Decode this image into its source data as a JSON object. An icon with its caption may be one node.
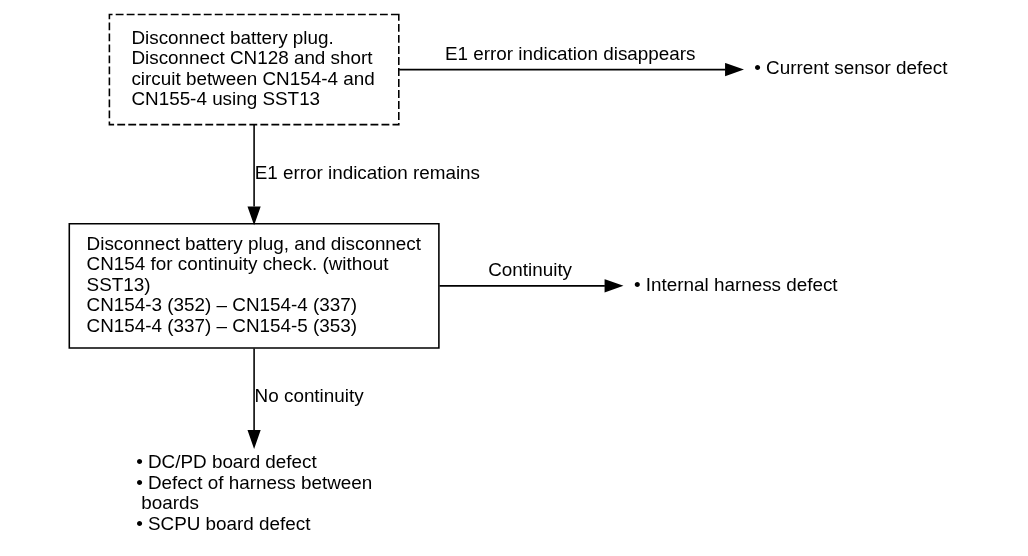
{
  "diagram": {
    "nodes": [
      {
        "text": [
          "Disconnect battery plug. Disconnect CN128 and short circuit between CN154-4 and CN155-4 using SST13"
        ]
      },
      {
        "text": [
          "• Current sensor defect"
        ]
      },
      {
        "text": [
          "Disconnect battery plug, and disconnect CN154 for continuity check. (without SST13)",
          "CN154-3 (352) – CN154-4 (337)",
          "CN154-4 (337) – CN154-5 (353)"
        ]
      },
      {
        "text": [
          "• Internal harness defect"
        ]
      },
      {
        "text": [
          "• DC/PD board defect",
          "• Defect of harness between boards",
          "• SCPU board defect"
        ]
      }
    ],
    "edges": [
      {
        "from": 0,
        "to": 1,
        "arrow": "to",
        "label": "E1 error indication disappears"
      },
      {
        "from": 0,
        "to": 2,
        "arrow": "to",
        "label": "E1 error indication remains"
      },
      {
        "from": 2,
        "to": 3,
        "arrow": "to",
        "label": "Continuity"
      },
      {
        "from": 2,
        "to": 4,
        "arrow": "to",
        "label": "No continuity"
      }
    ]
  }
}
